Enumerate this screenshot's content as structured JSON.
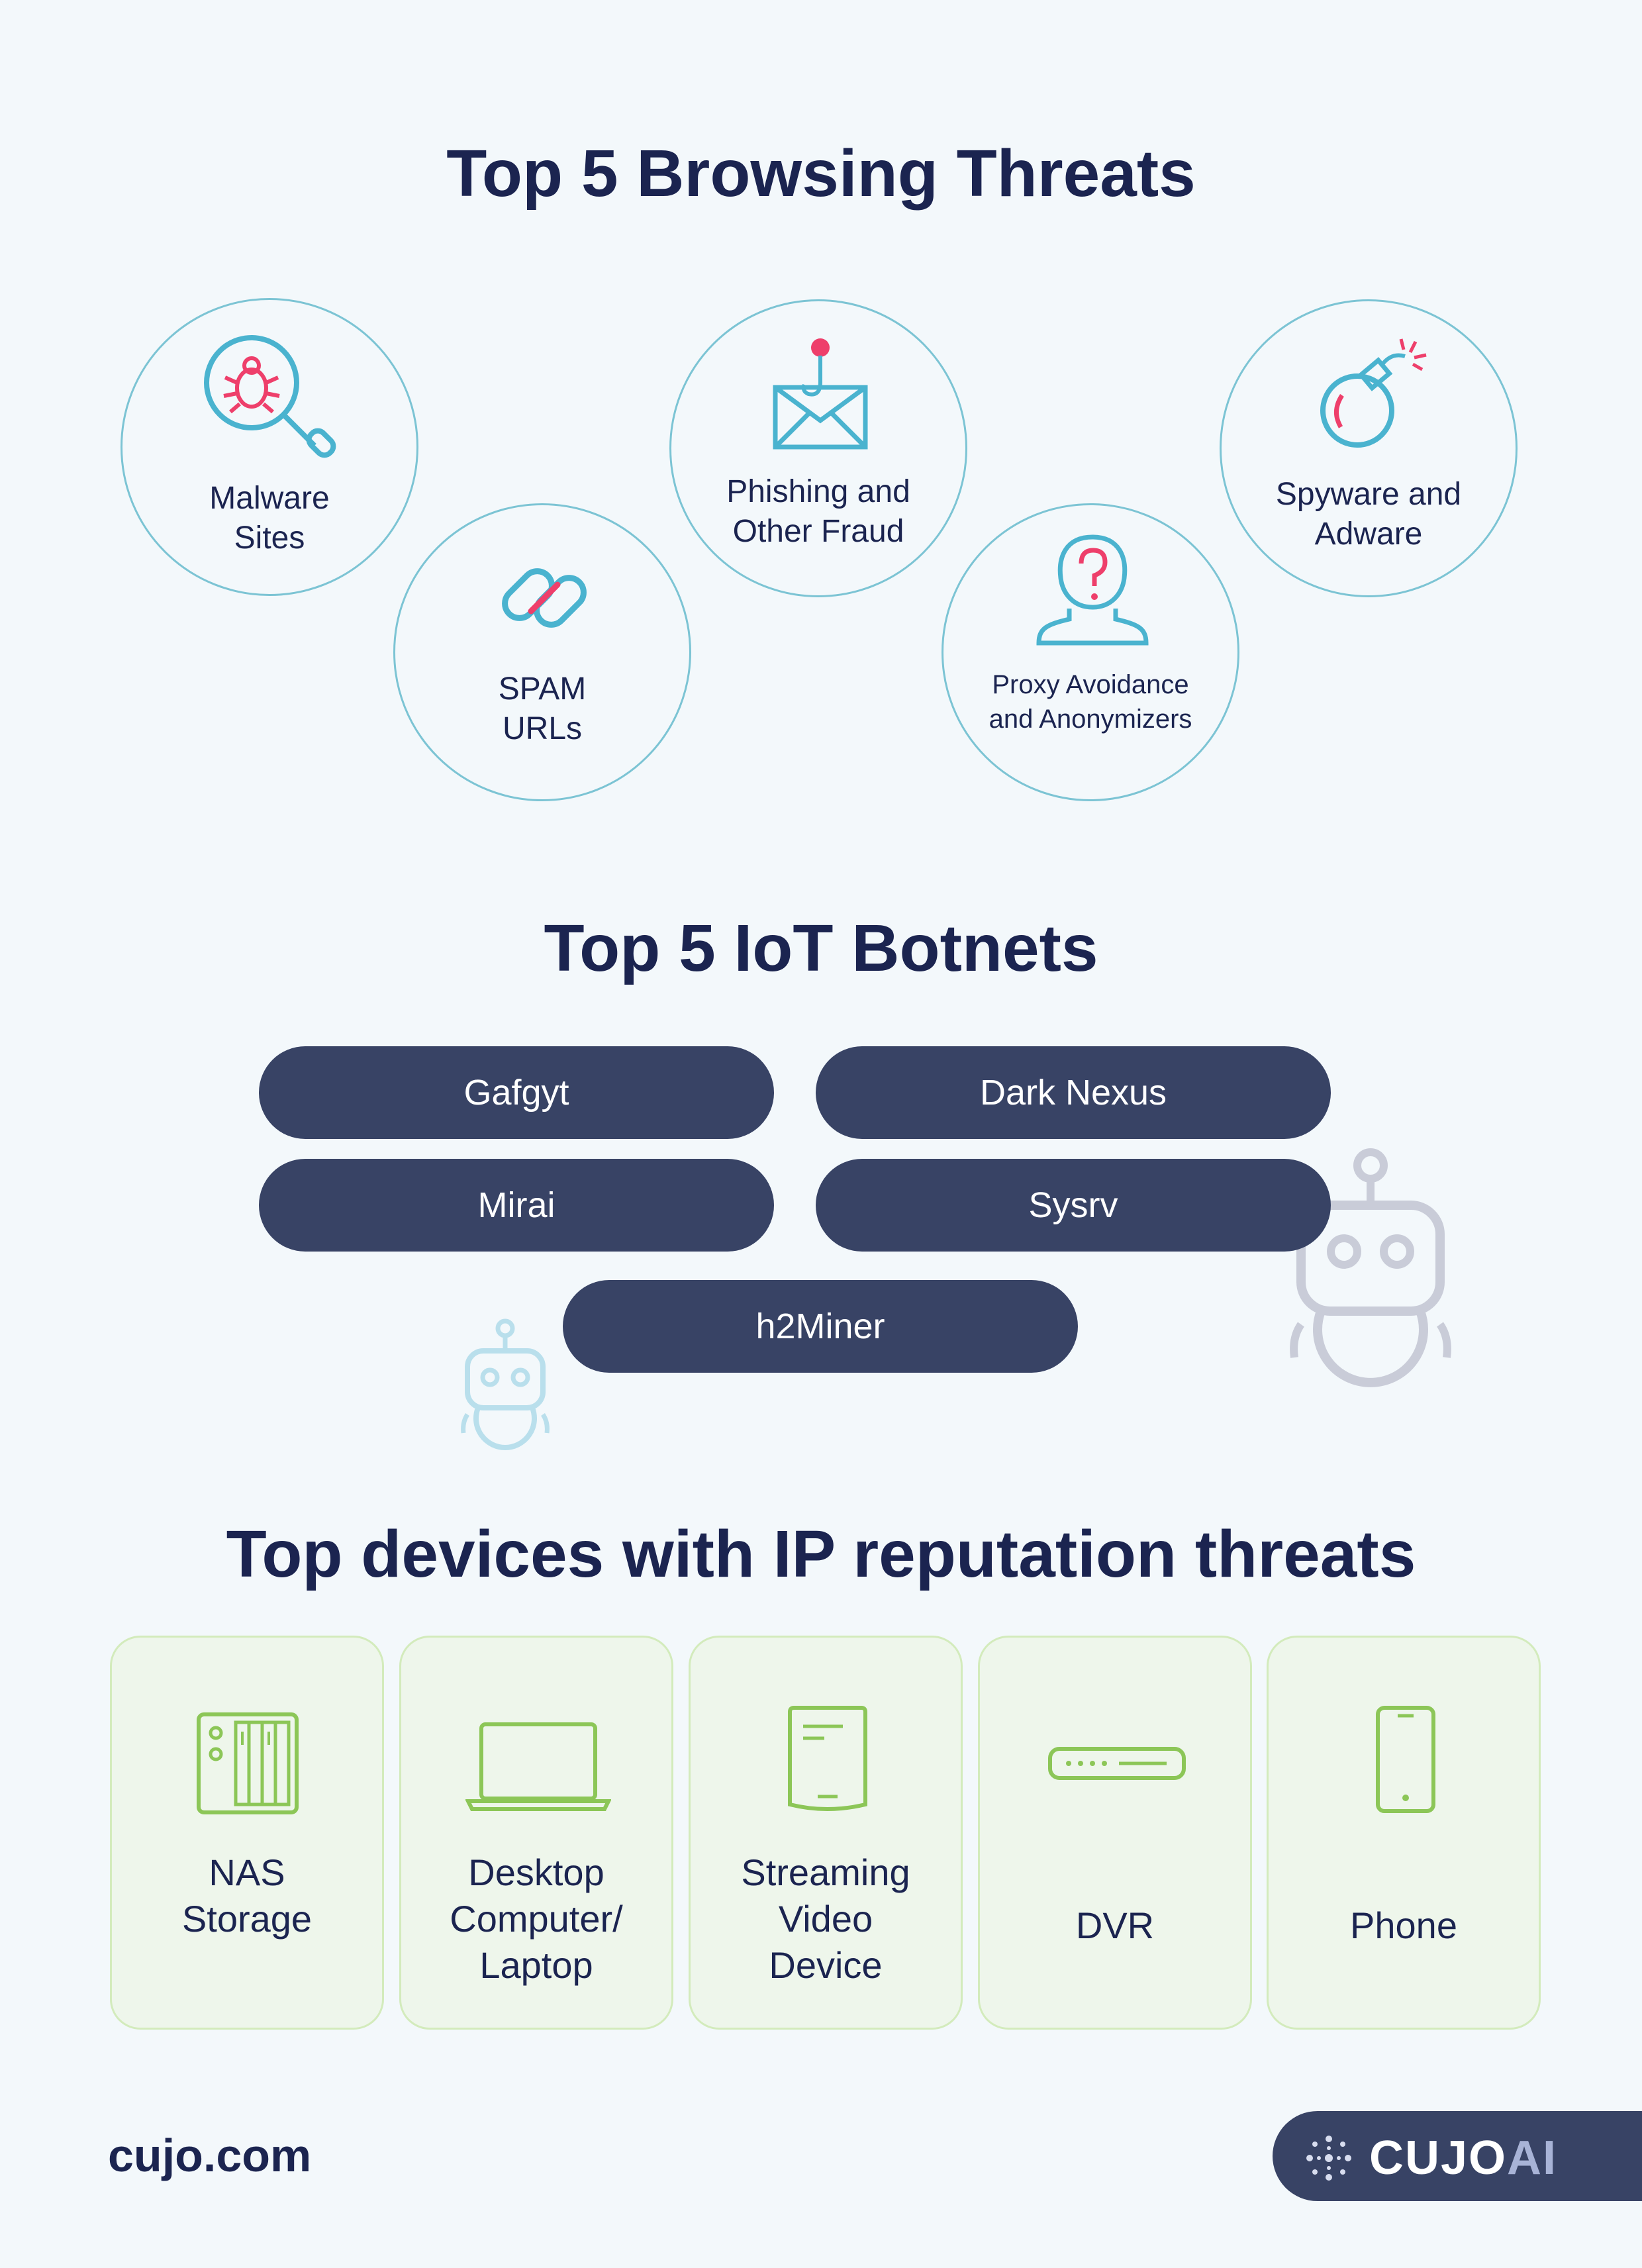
{
  "browsing": {
    "title": "Top 5 Browsing Threats",
    "items": [
      {
        "label": "Malware\nSites",
        "icon": "magnifier-bug-icon"
      },
      {
        "label": "SPAM\nURLs",
        "icon": "link-icon"
      },
      {
        "label": "Phishing and\nOther Fraud",
        "icon": "phishing-envelope-icon"
      },
      {
        "label": "Proxy Avoidance\nand Anonymizers",
        "icon": "anonymous-user-icon"
      },
      {
        "label": "Spyware and\nAdware",
        "icon": "bomb-icon"
      }
    ]
  },
  "botnets": {
    "title": "Top 5 IoT Botnets",
    "items": [
      "Gafgyt",
      "Dark Nexus",
      "Mirai",
      "Sysrv",
      "h2Miner"
    ]
  },
  "devices": {
    "title": "Top devices with IP reputation threats",
    "items": [
      {
        "label": "NAS\nStorage",
        "icon": "nas-storage-icon"
      },
      {
        "label": "Desktop\nComputer/\nLaptop",
        "icon": "laptop-icon"
      },
      {
        "label": "Streaming\nVideo\nDevice",
        "icon": "streaming-device-icon"
      },
      {
        "label": "DVR",
        "icon": "dvr-icon"
      },
      {
        "label": "Phone",
        "icon": "phone-icon"
      }
    ]
  },
  "footer": {
    "url": "cujo.com",
    "brand_main": "CUJO",
    "brand_suffix": "AI"
  },
  "colors": {
    "navy": "#1b2450",
    "pill": "#384365",
    "teal": "#4ab3cf",
    "pink": "#ee3f6b",
    "green": "#8cc657"
  }
}
